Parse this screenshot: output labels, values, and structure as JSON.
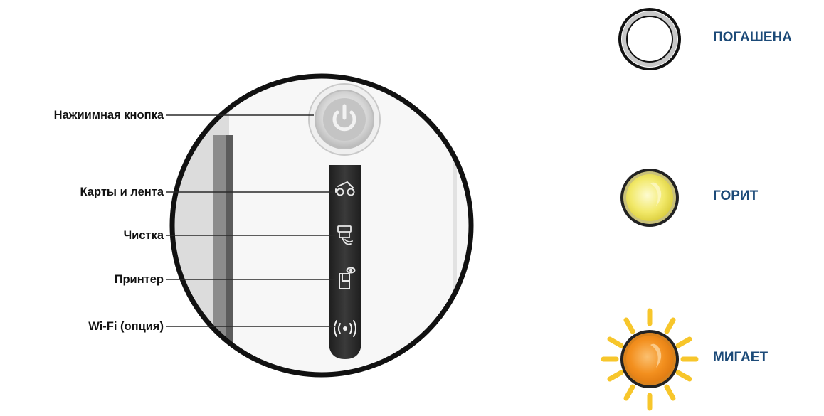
{
  "callouts": [
    {
      "id": "power",
      "label": "Нажиимная кнопка",
      "icon": "power-icon"
    },
    {
      "id": "cards",
      "label": "Карты и лента",
      "icon": "card-ribbon-icon"
    },
    {
      "id": "cleaning",
      "label": "Чистка",
      "icon": "cleaning-icon"
    },
    {
      "id": "printer",
      "label": "Принтер",
      "icon": "printer-icon"
    },
    {
      "id": "wifi",
      "label": "Wi-Fi (опция)",
      "icon": "wifi-icon"
    }
  ],
  "legend": [
    {
      "id": "off",
      "label": "ПОГАШЕНА",
      "icon": "led-off-icon"
    },
    {
      "id": "on",
      "label": "ГОРИТ",
      "icon": "led-on-icon"
    },
    {
      "id": "blink",
      "label": "МИГАЕТ",
      "icon": "led-blinking-icon"
    }
  ],
  "colors": {
    "label_text": "#111111",
    "legend_text": "#1c4a78",
    "led_on": "#f3ea72",
    "led_blink": "#f28a1c",
    "rays": "#f7c62b",
    "strip": "#2b2b2b"
  }
}
